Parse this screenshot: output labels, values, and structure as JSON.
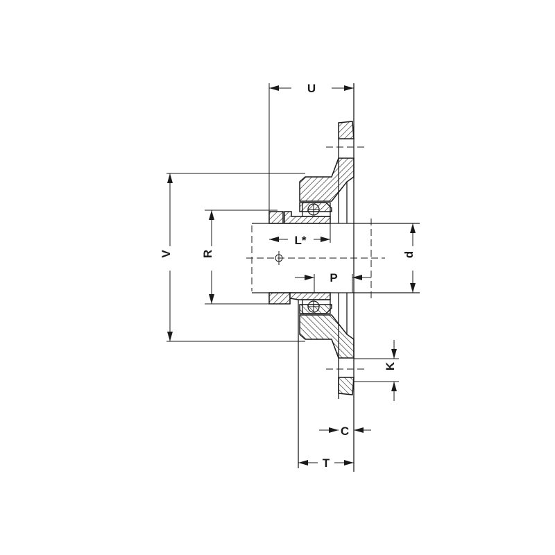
{
  "drawing": {
    "title": "Flanged bearing unit dimension drawing",
    "labels": {
      "U": "U",
      "L": "L*",
      "P": "P",
      "d": "d",
      "V": "V",
      "R": "R",
      "K": "K",
      "C": "C",
      "T": "T"
    }
  }
}
